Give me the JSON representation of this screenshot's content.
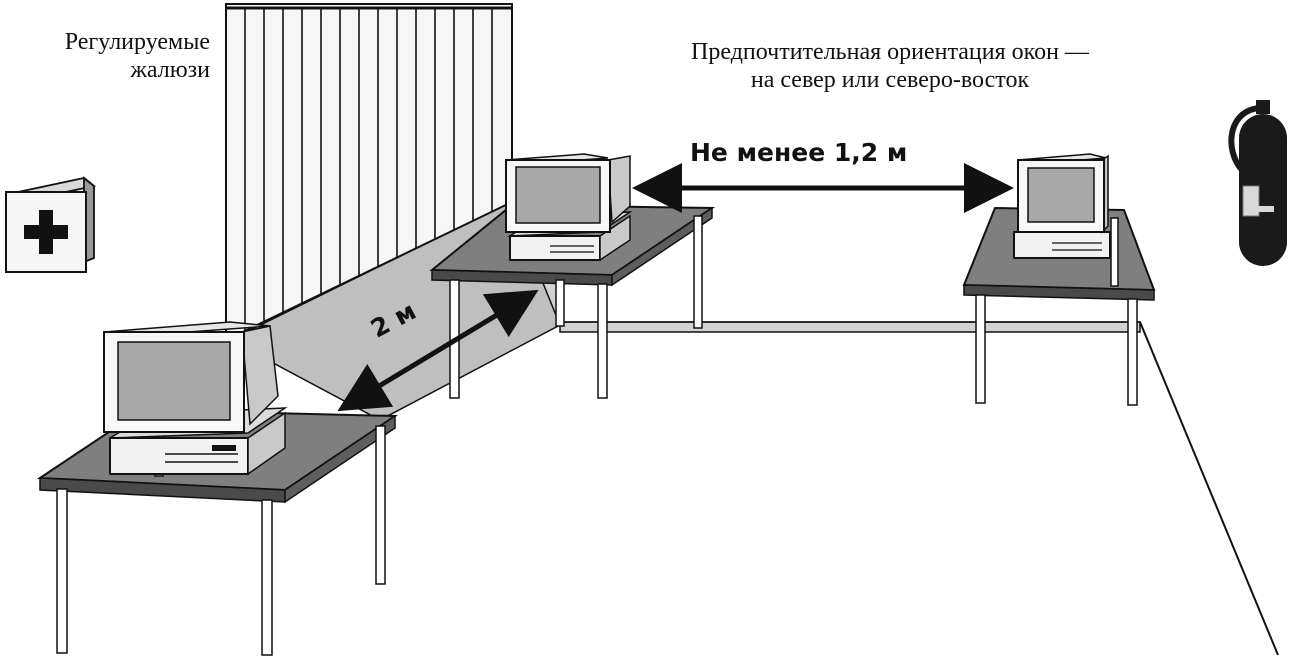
{
  "labels": {
    "blinds_line1": "Регулируемые",
    "blinds_line2": "жалюзи",
    "windows_line1": "Предпочтительная ориентация окон —",
    "windows_line2": "на север или северо-восток",
    "min_distance": "Не менее 1,2 м",
    "row_distance": "2 м"
  },
  "icons": {
    "first_aid": "first-aid-kit-icon",
    "extinguisher": "fire-extinguisher-icon",
    "blinds": "blinds-icon",
    "computer": "computer-icon",
    "arrow": "double-arrow-icon"
  },
  "colors": {
    "line": "#111111",
    "table_top": "#7f7f7f",
    "table_edge": "#4a4a4a",
    "wall": "#b8b8b8",
    "screen": "#a8a8a8",
    "cross": "#111111",
    "extinguisher": "#1a1a1a"
  }
}
